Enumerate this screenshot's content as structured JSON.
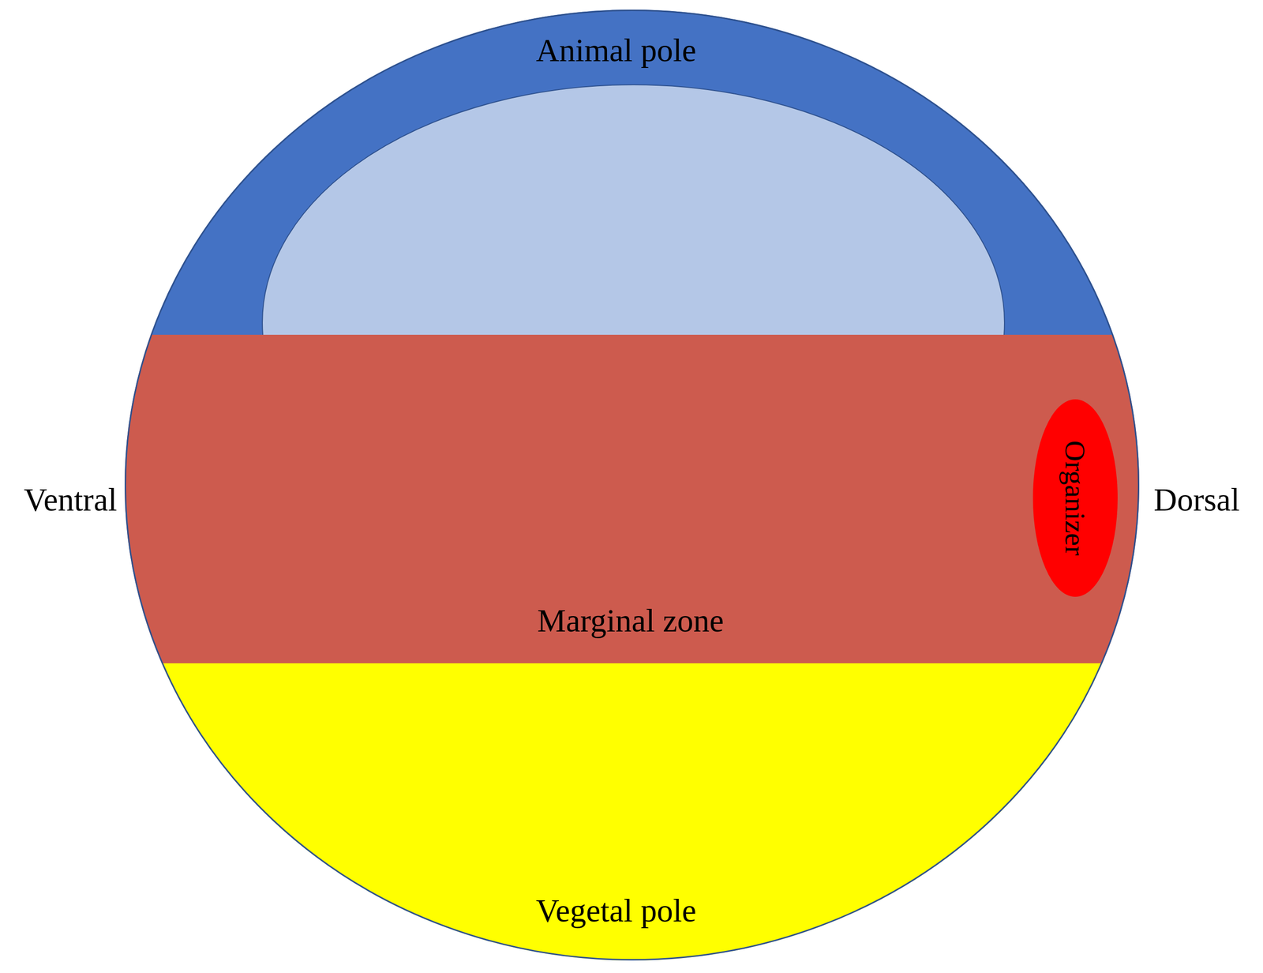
{
  "diagram": {
    "nodes": [
      {
        "text": [
          "Animal pole"
        ]
      },
      {
        "text": [
          "Marginal zone"
        ]
      },
      {
        "text": [
          "Organizer"
        ],
        "in": 1
      },
      {
        "text": [
          "Vegetal pole"
        ]
      }
    ],
    "labels": [
      "Ventral",
      "Dorsal"
    ]
  }
}
